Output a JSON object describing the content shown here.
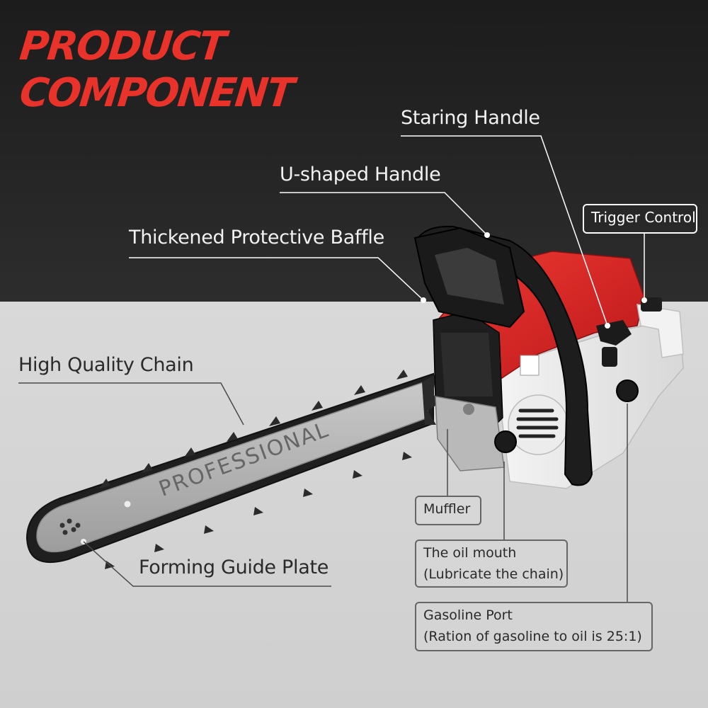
{
  "title": {
    "line1": "PRODUCT",
    "line2": "COMPONENT"
  },
  "bar_text": "PROFESSIONAL",
  "labels": {
    "staring_handle": "Staring Handle",
    "u_shaped_handle": "U-shaped Handle",
    "protective_baffle": "Thickened Protective Baffle",
    "high_quality_chain": "High Quality Chain",
    "forming_guide_plate": "Forming Guide Plate",
    "trigger_control": "Trigger Control",
    "muffler": "Muffler",
    "oil_mouth": {
      "line1": "The oil mouth",
      "line2": "(Lubricate the chain)"
    },
    "gasoline_port": {
      "line1": "Gasoline Port",
      "line2": "(Ration of gasoline to oil is 25:1)"
    }
  },
  "colors": {
    "title_red": "#e8322a",
    "body_red": "#d81f1f",
    "dark_bg": "#242424",
    "light_bg": "#d6d6d6"
  }
}
